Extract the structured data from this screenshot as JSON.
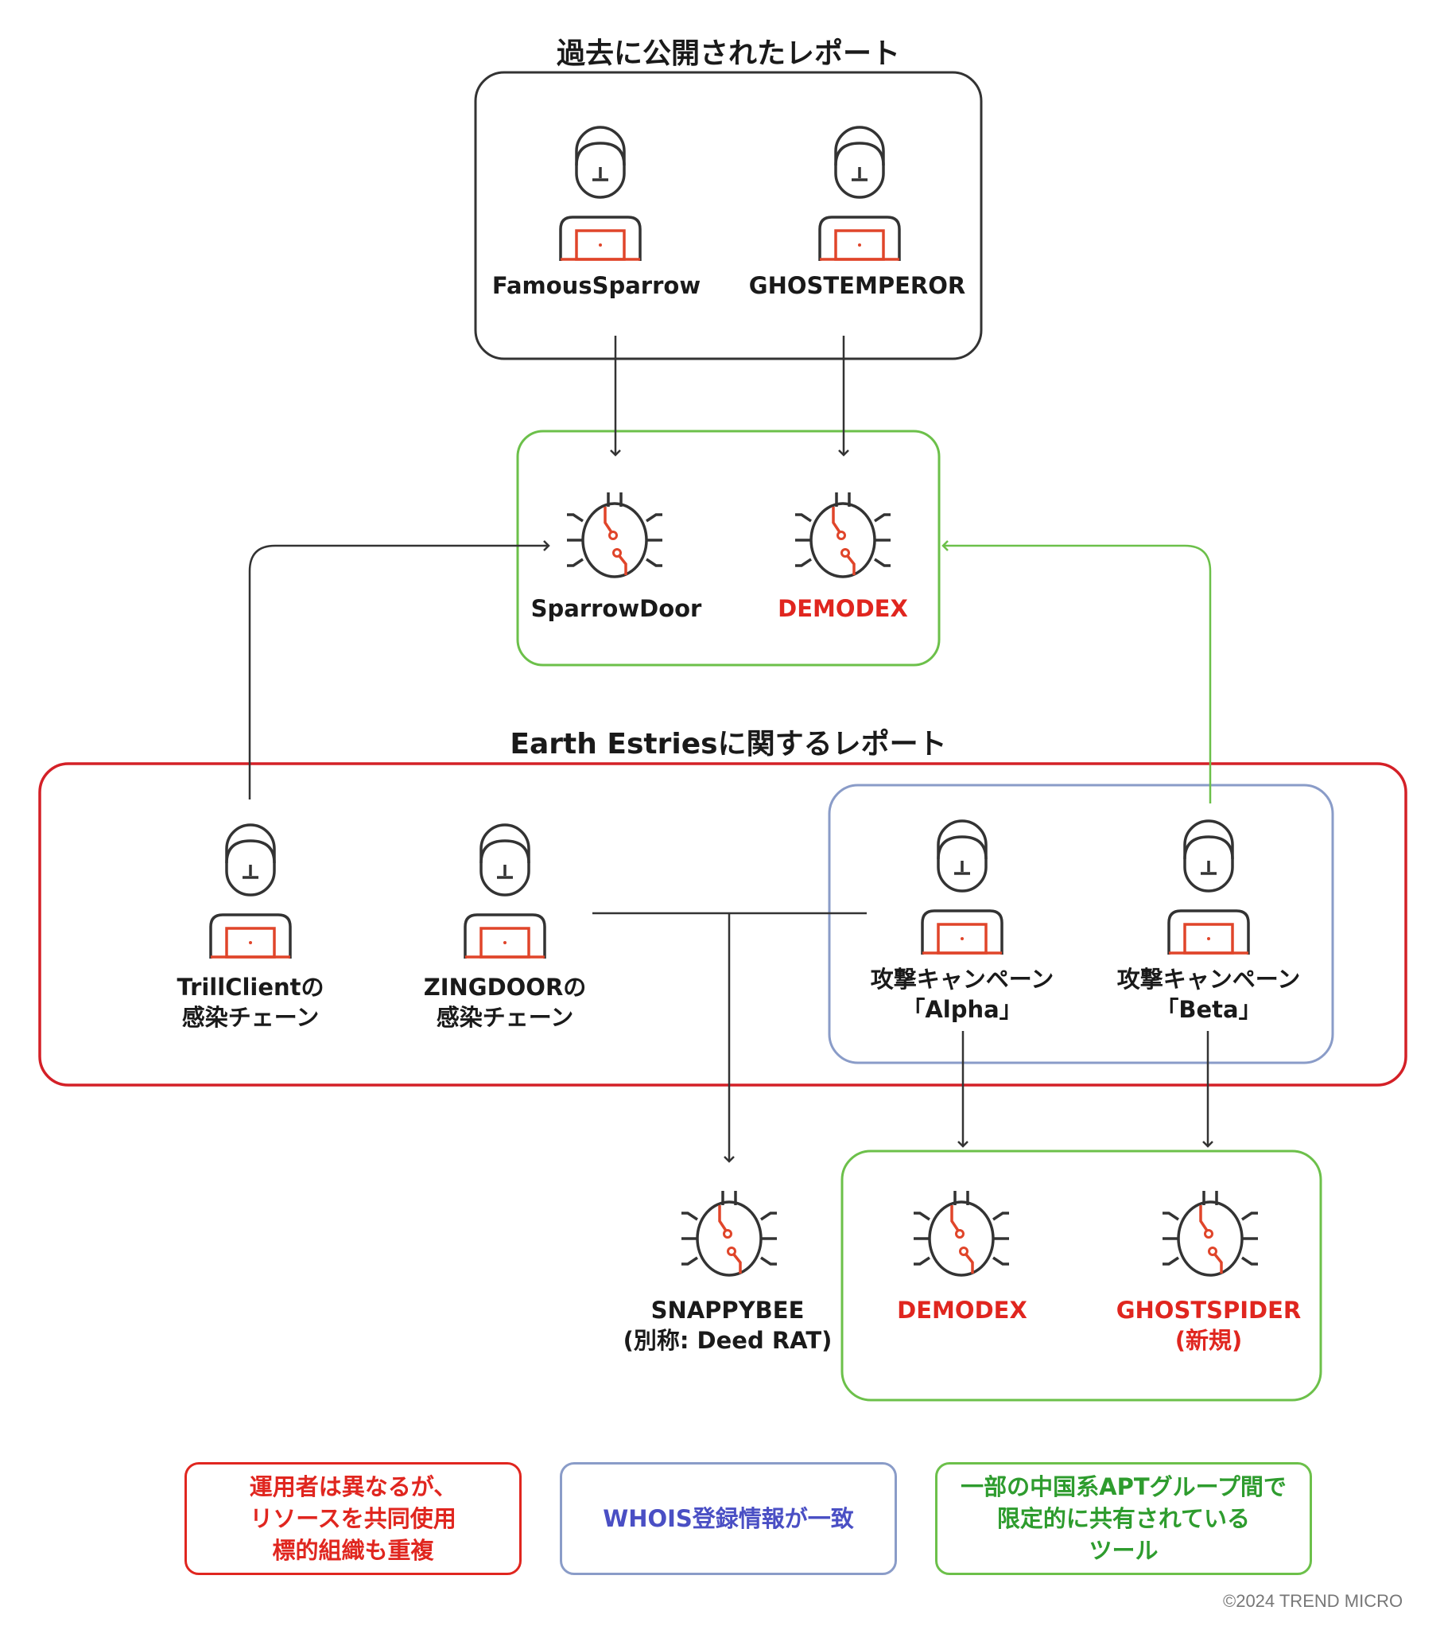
{
  "past_reports": {
    "title": "過去に公開されたレポート",
    "actors": [
      "FamousSparrow",
      "GHOSTEMPEROR"
    ]
  },
  "malware_top": [
    "SparrowDoor",
    "DEMODEX"
  ],
  "earth_estries": {
    "title": "Earth Estriesに関するレポート",
    "actors": [
      {
        "line1": "TrillClientの",
        "line2": "感染チェーン"
      },
      {
        "line1": "ZINGDOORの",
        "line2": "感染チェーン"
      },
      {
        "line1": "攻撃キャンペーン",
        "line2": "「Alpha」"
      },
      {
        "line1": "攻撃キャンペーン",
        "line2": "「Beta」"
      }
    ]
  },
  "malware_bottom": [
    {
      "line1": "SNAPPYBEE",
      "line2": "(別称: Deed RAT)"
    },
    {
      "line1": "DEMODEX",
      "line2": ""
    },
    {
      "line1": "GHOSTSPIDER",
      "line2": "(新規)"
    }
  ],
  "legend": [
    {
      "lines": [
        "運用者は異なるが、",
        "リソースを共同使用",
        "標的組織も重複"
      ],
      "color": "#e0261f"
    },
    {
      "lines": [
        "WHOIS登録情報が一致"
      ],
      "color": "#4a4fc4"
    },
    {
      "lines": [
        "一部の中国系APTグループ間で",
        "限定的に共有されている",
        "ツール"
      ],
      "color": "#2e9c2e"
    }
  ],
  "colors": {
    "red_box": "#d42027",
    "green_box": "#6cc04a",
    "blue_box": "#8a9cc8",
    "dark": "#333333",
    "accent": "#e0452a",
    "malware_highlight": "#e0261f"
  },
  "copyright": "©2024 TREND MICRO"
}
